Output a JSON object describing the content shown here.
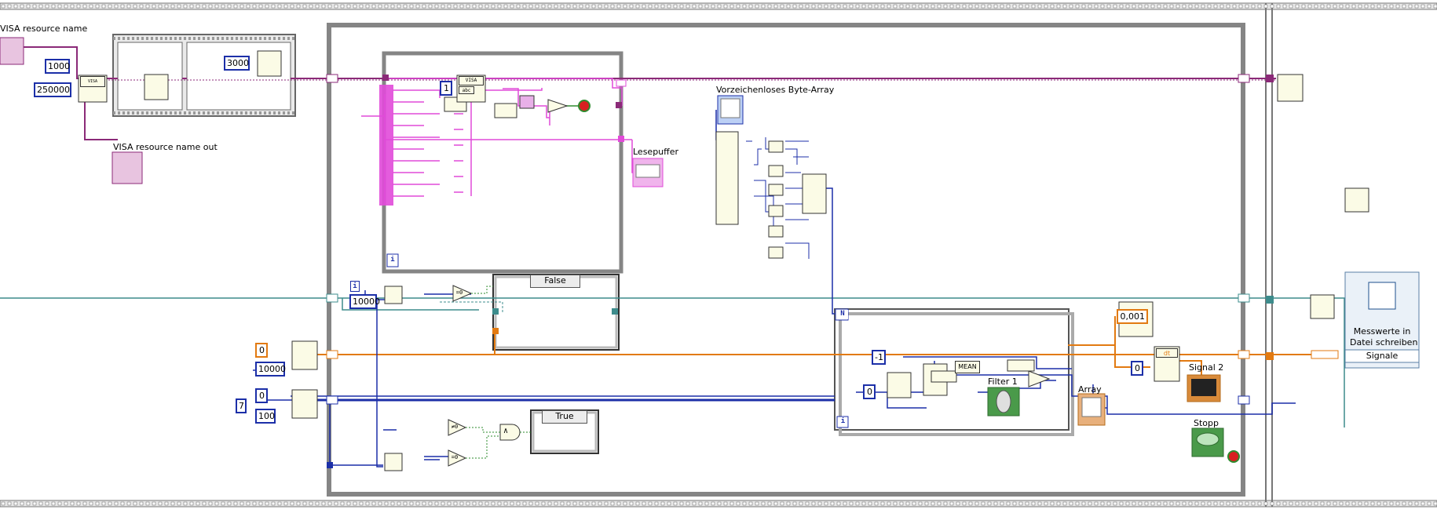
{
  "labels": {
    "visa_resource_name": "VISA resource name",
    "visa_resource_name_out": "VISA resource name out",
    "byte_array": "Vorzeichenloses Byte-Array",
    "read_buffer": "Lesepuffer",
    "filter": "Filter 1",
    "array": "Array",
    "signal2": "Signal 2",
    "stop": "Stopp",
    "write_file_line1": "Messwerte in",
    "write_file_line2": "Datei schreiben",
    "signals_terminal": "Signale"
  },
  "constants": {
    "timeout": "1000",
    "baud": "250000",
    "wait_ms": "3000",
    "read_count": "1",
    "modulo": "10000",
    "init_zero": "0",
    "array_size_a": "10000",
    "seven": "7",
    "zero_b": "0",
    "hundred": "100",
    "minus_one": "-1",
    "zero_c": "0",
    "dt_value": "0,001",
    "zero_d": "0"
  },
  "case_structures": {
    "case_false": "False",
    "case_true": "True"
  },
  "function_glyphs": {
    "mean": "MEAN",
    "visa_serial": "VISA SERIAL",
    "visa": "VISA",
    "abc": "abc",
    "dt": "dt",
    "loop_count": "N",
    "iteration": "i",
    "and": "∧",
    "eq0": "=0",
    "neq0": "≠0"
  },
  "colors": {
    "visa_wire": "#8b2a78",
    "string_wire": "#e14ad9",
    "int_wire": "#1c2fa8",
    "dbl_wire": "#e27a11",
    "bool_wire": "#2e8b2e",
    "error_wire": "#3d8c8c",
    "structure_gray": "#858585"
  }
}
